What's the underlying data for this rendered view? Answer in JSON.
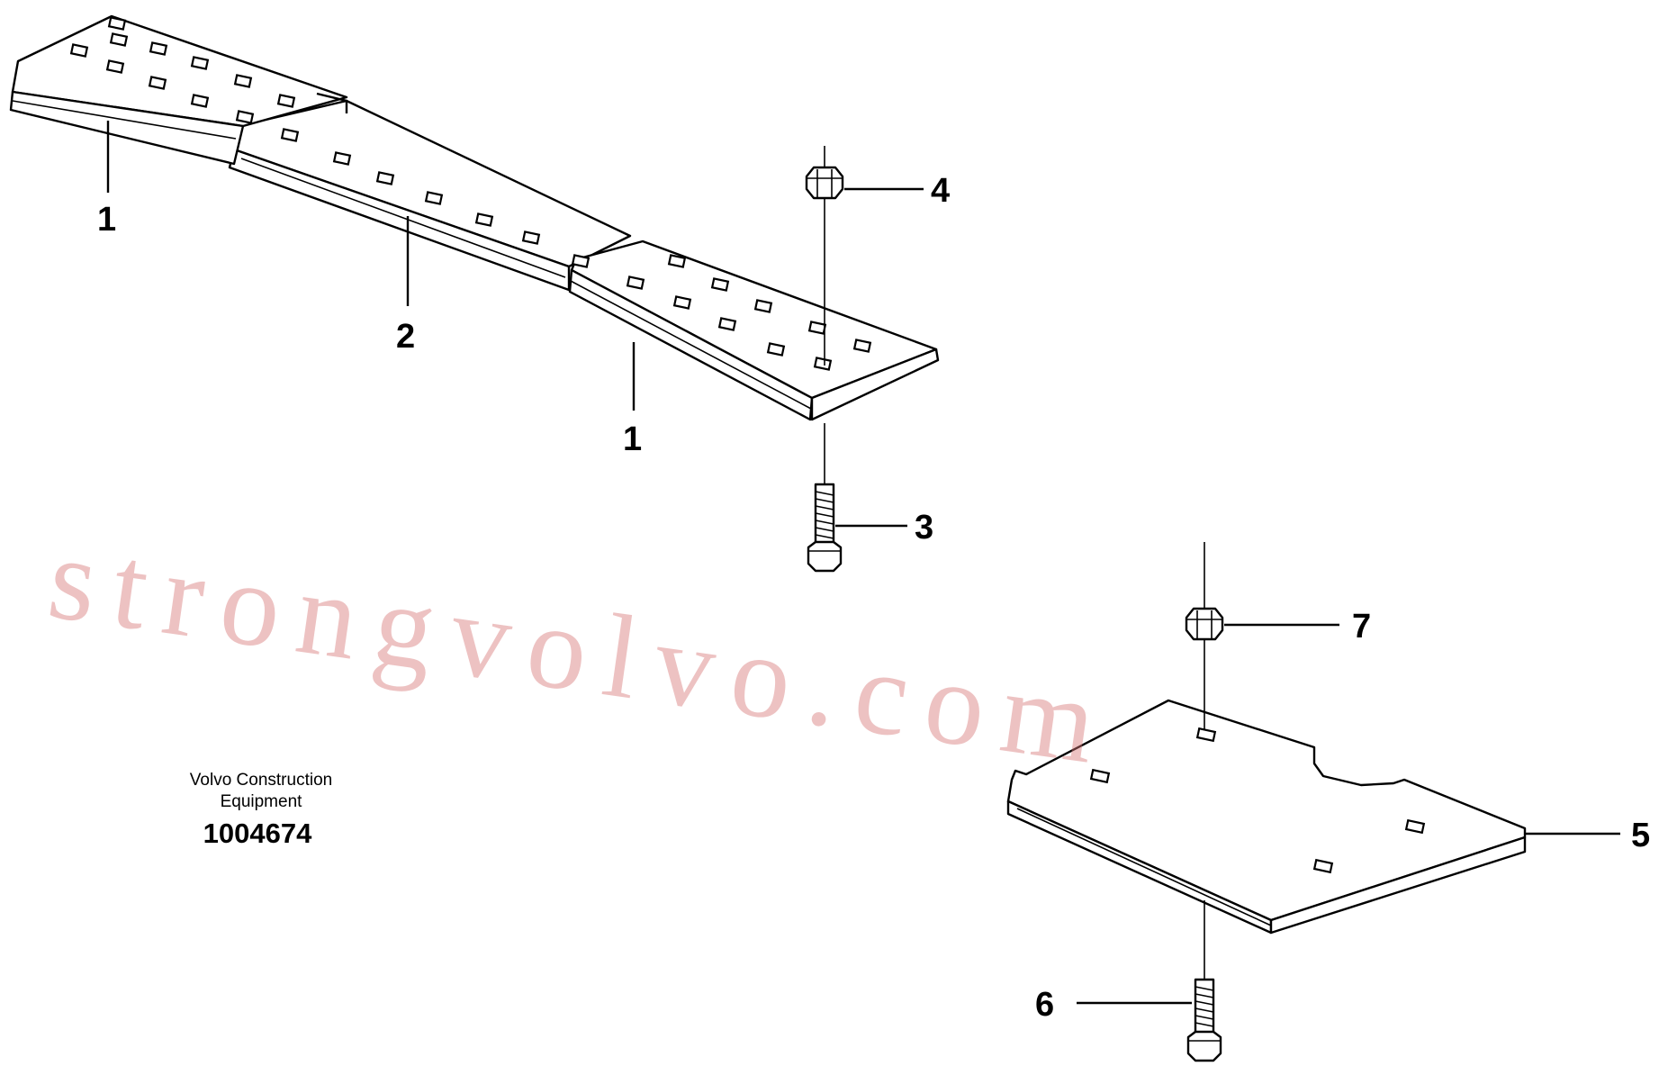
{
  "diagram": {
    "callouts": {
      "c1a": "1",
      "c1b": "1",
      "c2": "2",
      "c3": "3",
      "c4": "4",
      "c5": "5",
      "c6": "6",
      "c7": "7"
    },
    "manufacturer_line1": "Volvo Construction",
    "manufacturer_line2": "Equipment",
    "part_number": "1004674",
    "watermark": "strongvolvo.com"
  }
}
